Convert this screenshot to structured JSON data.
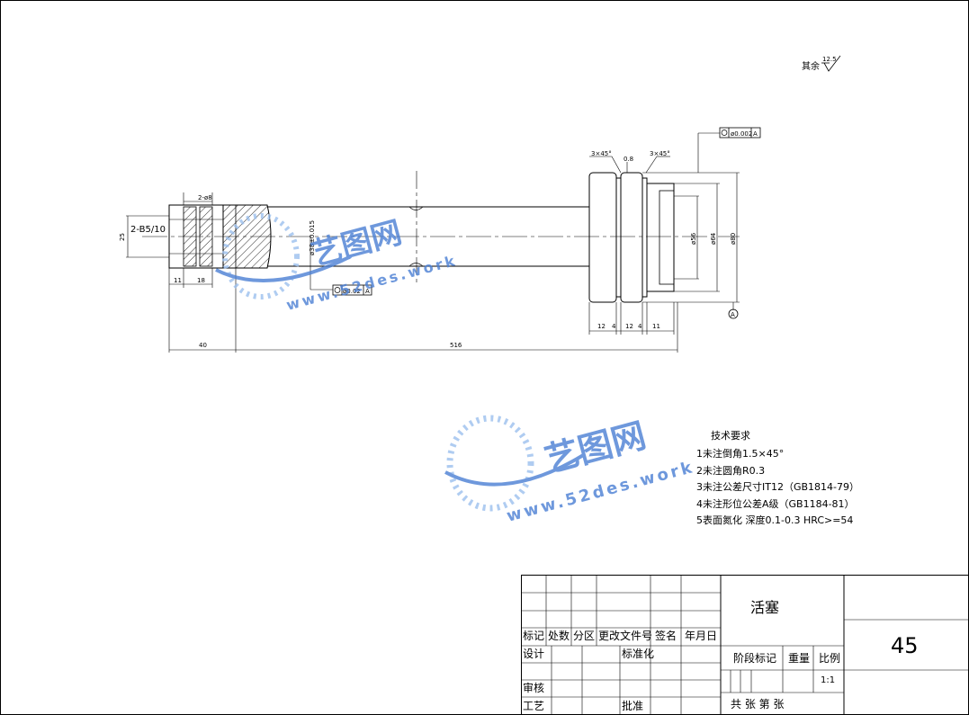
{
  "surface_note": {
    "prefix": "其余",
    "roughness": "12.5"
  },
  "dimensions": {
    "chamfer_left": "3×45°",
    "chamfer_right": "3×45°",
    "roughness_top": "0.8",
    "flatness_right": "ø0.002",
    "datum_right": "A",
    "runout_rod": "ø0.02",
    "datum_rod": "A",
    "hole_pattern": "2-ø8",
    "thread": "2-B5/10",
    "height_25": "25",
    "rod_dia": "ø38±0.015",
    "dia_56": "ø56",
    "dia_64": "ø64",
    "dia_80": "ø80",
    "len_11a": "11",
    "len_18": "18",
    "len_40": "40",
    "len_516": "516",
    "groove_12a": "12",
    "groove_4a": "4",
    "groove_12b": "12",
    "groove_4b": "4",
    "groove_11": "11",
    "datum_mark": "A"
  },
  "watermark": {
    "brand": "艺图网",
    "url": "www.52des.work"
  },
  "tech_requirements": {
    "heading": "技术要求",
    "items": [
      "1未注倒角1.5×45°",
      "2未注圆角R0.3",
      "3未注公差尺寸IT12（GB1814-79）",
      "4未注形位公差A级（GB1184-81）",
      "5表面氮化  深度0.1-0.3 HRC>=54"
    ]
  },
  "title_block": {
    "part_name": "活塞",
    "drawing_no": "45",
    "rev_headers": [
      "标记",
      "处数",
      "分区",
      "更改文件号",
      "签名",
      "年月日"
    ],
    "design": "设计",
    "standardize": "标准化",
    "review": "审核",
    "process": "工艺",
    "approve": "批准",
    "stage_mark": "阶段标记",
    "weight": "重量",
    "scale_label": "比例",
    "scale_value": "1:1",
    "sheets": "共   张  第   张"
  },
  "colors": {
    "line": "#000000",
    "watermark": "#4a7fd4",
    "watermark_light": "#9cc0ee"
  }
}
